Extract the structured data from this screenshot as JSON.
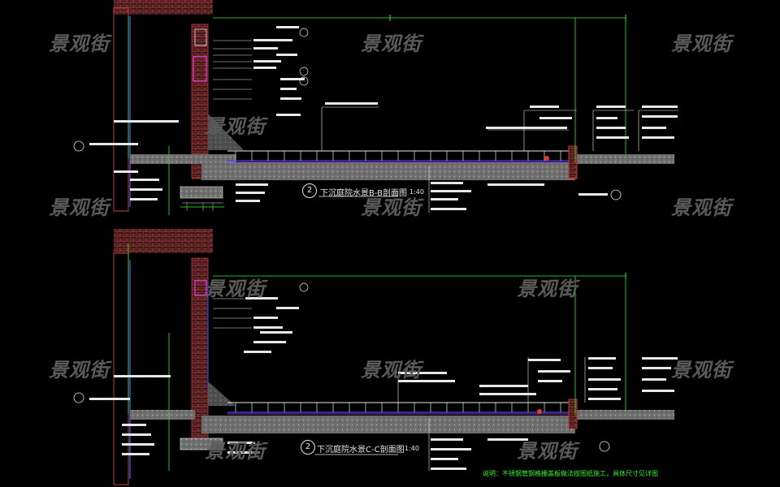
{
  "watermark": "景观街",
  "sections": [
    {
      "number": "2",
      "title": "下沉庭院水景B-B剖面图",
      "scale": "1:40"
    },
    {
      "number": "2",
      "title": "下沉庭院水景C-C剖面图",
      "scale": "1:40"
    }
  ],
  "note": "说明：不锈钢管钢格栅盖板做法按图纸施工，具体尺寸见详图",
  "colors": {
    "background": "#000000",
    "line_green": "#35f02a",
    "line_white": "#e8e8e8",
    "brick_red": "#c43a3a",
    "concrete": "#8a8a8a",
    "water_blue": "#2f4dff",
    "magenta": "#e23ce2",
    "watermark": "#5a5a5a"
  }
}
